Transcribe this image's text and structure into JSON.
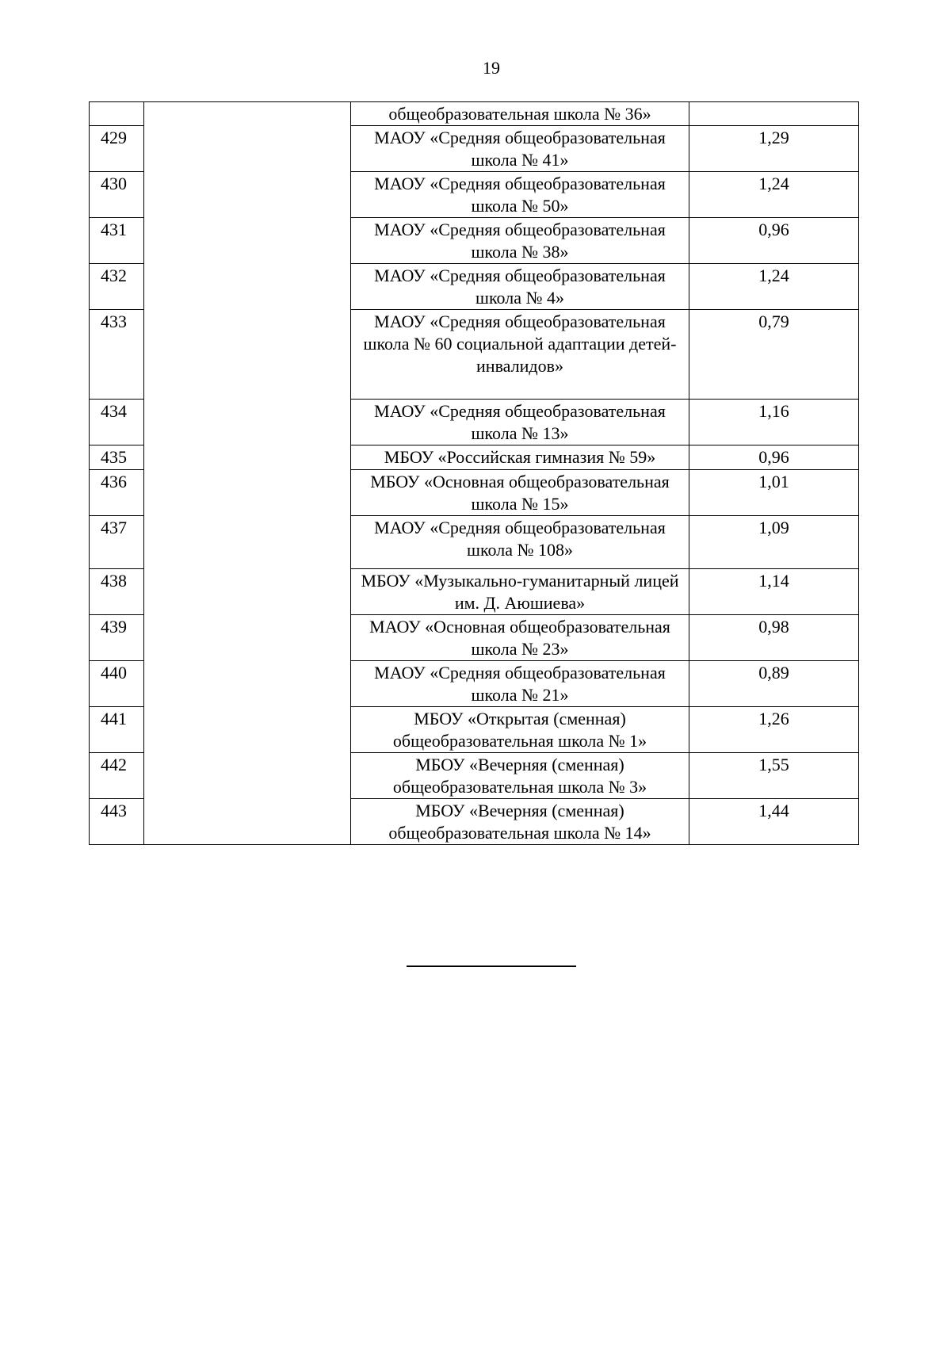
{
  "page": {
    "number": "19"
  },
  "table": {
    "continued_row": {
      "num": "",
      "school": "общеобразовательная школа № 36»",
      "value": ""
    },
    "rows": [
      {
        "num": "429",
        "school": "МАОУ «Средняя общеобразовательная школа № 41»",
        "value": "1,29"
      },
      {
        "num": "430",
        "school": "МАОУ «Средняя общеобразовательная школа № 50»",
        "value": "1,24"
      },
      {
        "num": "431",
        "school": "МАОУ «Средняя общеобразовательная школа № 38»",
        "value": "0,96"
      },
      {
        "num": "432",
        "school": "МАОУ «Средняя общеобразовательная школа № 4»",
        "value": "1,24"
      },
      {
        "num": "433",
        "school": "МАОУ «Средняя общеобразовательная школа № 60 социальной адаптации детей-инвалидов»",
        "value": "0,79"
      },
      {
        "num": "434",
        "school": "МАОУ «Средняя общеобразовательная школа № 13»",
        "value": "1,16"
      },
      {
        "num": "435",
        "school": "МБОУ «Российская гимназия № 59»",
        "value": "0,96"
      },
      {
        "num": "436",
        "school": "МБОУ «Основная общеобразовательная школа № 15»",
        "value": "1,01"
      },
      {
        "num": "437",
        "school": "МАОУ «Средняя общеобразовательная школа № 108»",
        "value": "1,09"
      },
      {
        "num": "438",
        "school": "МБОУ «Музыкально-гуманитарный лицей им. Д. Аюшиева»",
        "value": "1,14"
      },
      {
        "num": "439",
        "school": "МАОУ «Основная общеобразовательная школа № 23»",
        "value": "0,98"
      },
      {
        "num": "440",
        "school": "МАОУ «Средняя общеобразовательная школа № 21»",
        "value": "0,89"
      },
      {
        "num": "441",
        "school": "МБОУ «Открытая (сменная) общеобразовательная школа № 1»",
        "value": "1,26"
      },
      {
        "num": "442",
        "school": "МБОУ «Вечерняя (сменная) общеобразовательная школа № 3»",
        "value": "1,55"
      },
      {
        "num": "443",
        "school": "МБОУ «Вечерняя (сменная) общеобразовательная школа № 14»",
        "value": "1,44"
      }
    ]
  }
}
